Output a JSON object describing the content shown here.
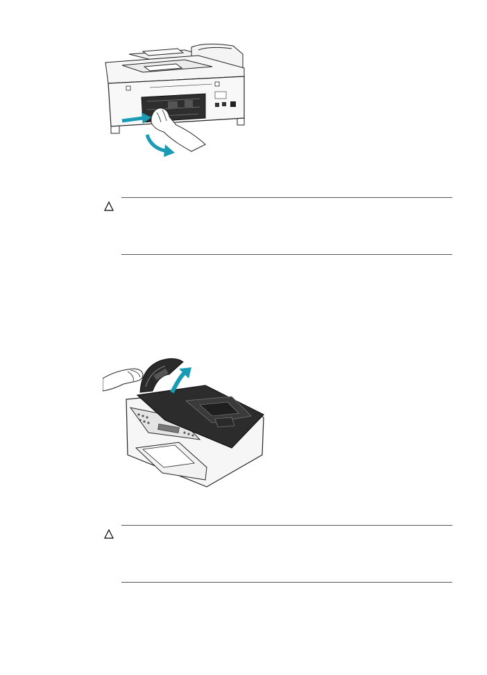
{
  "figures": [
    {
      "name": "rear-access-door-removal",
      "icon": "printer-rear-illustration"
    },
    {
      "name": "document-feeder-cover-lift",
      "icon": "printer-adf-illustration"
    }
  ],
  "cautions": [
    {
      "icon": "caution-triangle-icon",
      "text": ""
    },
    {
      "icon": "caution-triangle-icon",
      "text": ""
    }
  ],
  "colors": {
    "arrow": "#1a9bb5",
    "line": "#222222",
    "device_gray": "#e9e9e9",
    "device_dark": "#2a2a2a"
  }
}
